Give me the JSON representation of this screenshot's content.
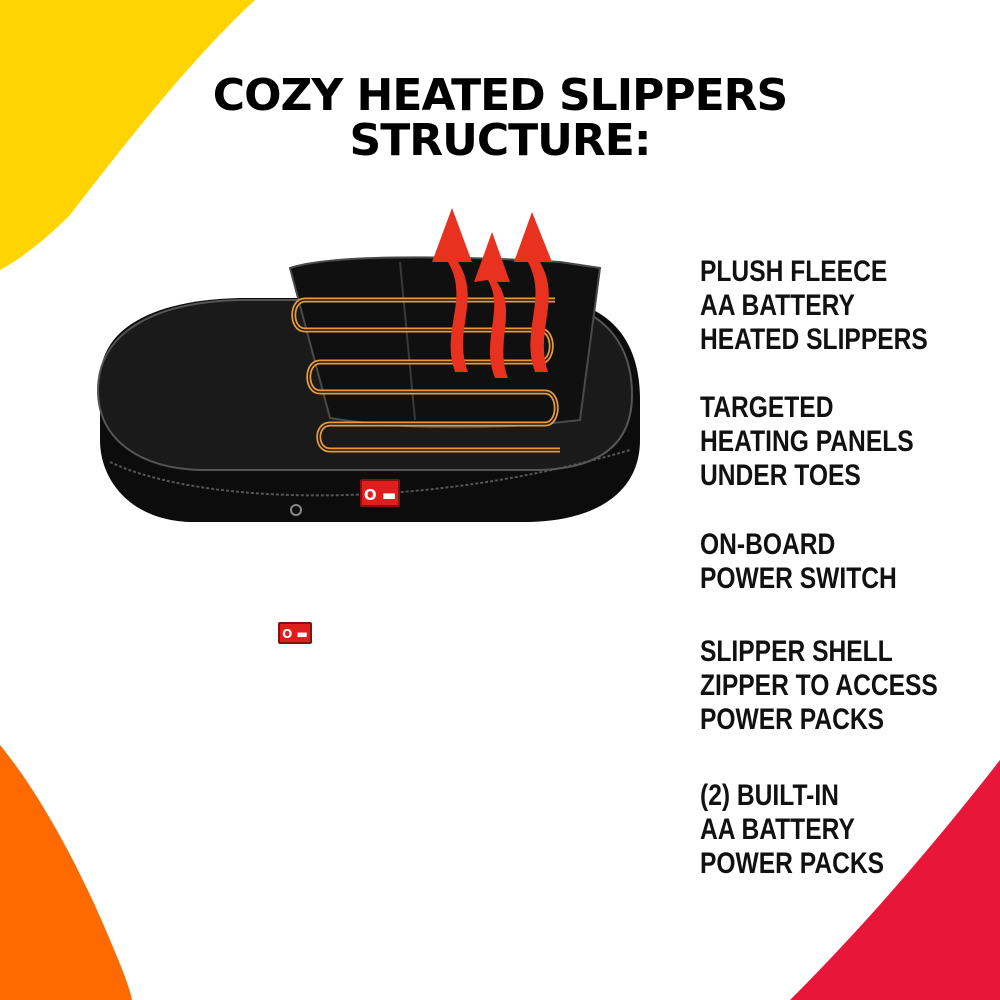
{
  "title": {
    "line1": "COZY HEATED SLIPPERS",
    "line2": "STRUCTURE:"
  },
  "callouts": [
    {
      "lines": [
        "PLUSH FLEECE",
        "AA BATTERY",
        "HEATED SLIPPERS"
      ]
    },
    {
      "lines": [
        "TARGETED",
        "HEATING PANELS",
        "UNDER TOES"
      ]
    },
    {
      "lines": [
        "ON-BOARD",
        "POWER SWITCH"
      ]
    },
    {
      "lines": [
        "SLIPPER SHELL",
        "ZIPPER TO ACCESS",
        "POWER PACKS"
      ]
    },
    {
      "lines": [
        "(2) BUILT-IN",
        "AA BATTERY",
        "POWER PACKS"
      ]
    }
  ],
  "switch_label": "O ▬",
  "colors": {
    "background": "#ffffff",
    "corner_yellow": "#ffd400",
    "corner_orange": "#ff6a00",
    "corner_red": "#e8173a",
    "slipper": "#111111",
    "sole_gray": "#6e6e6e",
    "heat_arrow": "#e8311f",
    "heating_wire": "#f3a23a",
    "leader_line": "#f5a321",
    "leader_dot": "#e8311f"
  }
}
